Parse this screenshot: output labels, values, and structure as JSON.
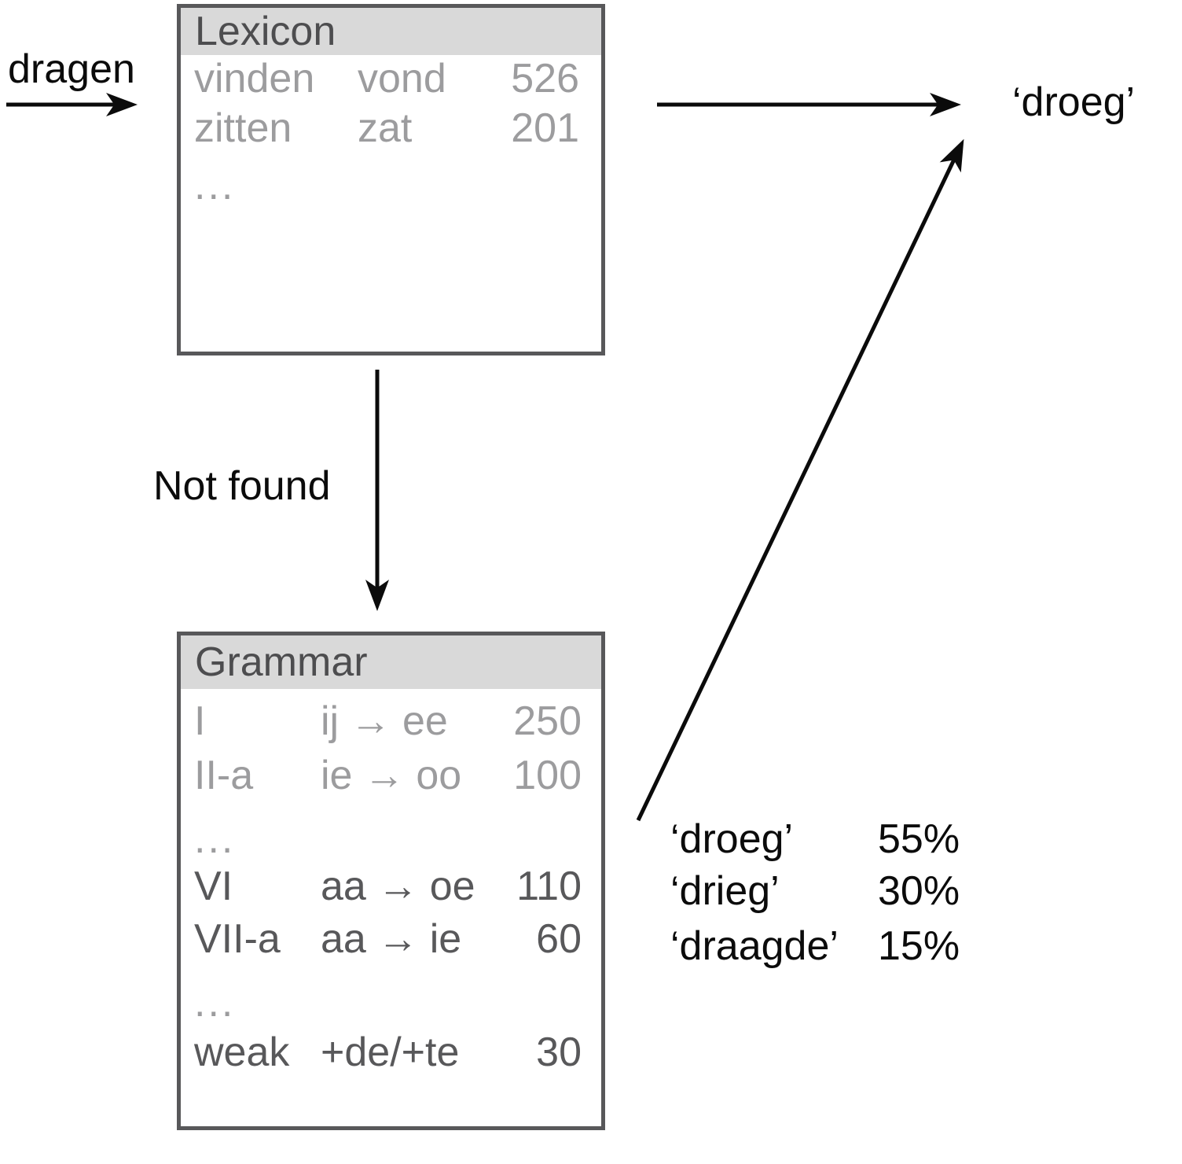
{
  "diagram": {
    "input_word": "dragen",
    "output_word": "‘droeg’",
    "not_found_label": "Not found"
  },
  "lexicon": {
    "title": "Lexicon",
    "rows": [
      {
        "infinitive": "vinden",
        "past_tense": "vond",
        "frequency": "526"
      },
      {
        "infinitive": "zitten",
        "past_tense": "zat",
        "frequency": "201"
      },
      {
        "infinitive": "...",
        "past_tense": "",
        "frequency": ""
      }
    ]
  },
  "grammar": {
    "title": "Grammar",
    "rows": [
      {
        "class_label": "I",
        "rule": "ij → ee",
        "frequency": "250"
      },
      {
        "class_label": "II-a",
        "rule": "ie → oo",
        "frequency": "100"
      },
      {
        "class_label": "...",
        "rule": "",
        "frequency": ""
      },
      {
        "class_label": "VI",
        "rule": "aa → oe",
        "frequency": "110"
      },
      {
        "class_label": "VII-a",
        "rule": "aa → ie",
        "frequency": "60"
      },
      {
        "class_label": "...",
        "rule": "",
        "frequency": ""
      },
      {
        "class_label": "weak",
        "rule": "+de/+te",
        "frequency": "30"
      }
    ]
  },
  "candidates": [
    {
      "form": "‘droeg’",
      "probability": "55%"
    },
    {
      "form": "‘drieg’",
      "probability": "30%"
    },
    {
      "form": "‘draagde’",
      "probability": "15%"
    }
  ],
  "colors": {
    "box_border": "#58585a",
    "header_background": "#d9d9d9",
    "header_text": "#4d4d4f",
    "muted_text": "#9c9c9e",
    "dark_text": "#58585a",
    "arrow_black": "#0b0b0b"
  }
}
